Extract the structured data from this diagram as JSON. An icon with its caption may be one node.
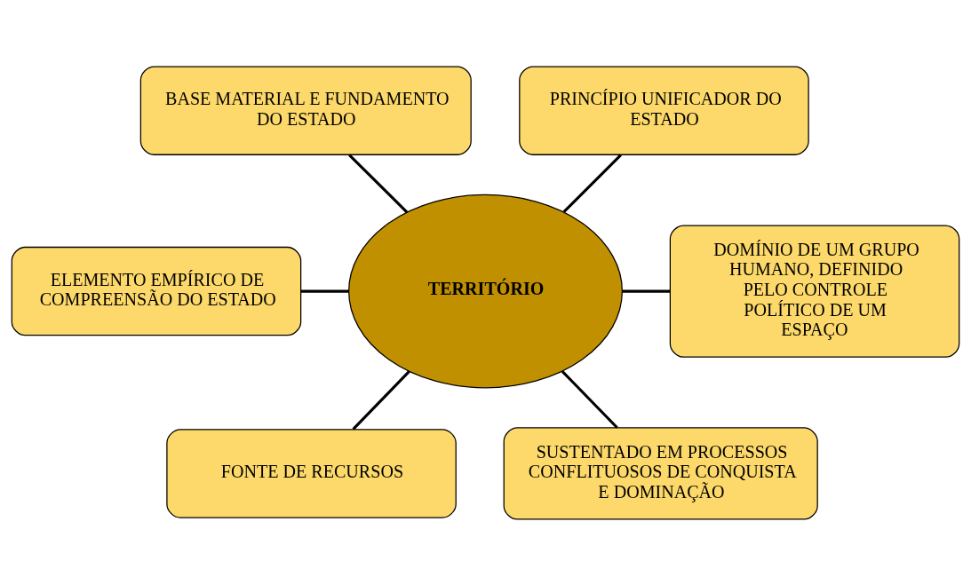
{
  "diagram": {
    "nodes": [
      {
        "text": [
          "BASE MATERIAL E FUNDAMENTO DO ESTADO"
        ]
      },
      {
        "text": [
          "PRINCÍPIO UNIFICADOR DO ESTADO"
        ]
      },
      {
        "text": [
          "TERRITÓRIO"
        ]
      },
      {
        "text": [
          "ELEMENTO EMPÍRICO DE COMPREENSÃO DO ESTADO"
        ]
      },
      {
        "text": [
          "DOMÍNIO DE UM GRUPO HUMANO, DEFINIDO PELO CONTROLE POLÍTICO DE UM ESPAÇO"
        ]
      },
      {
        "text": [
          "FONTE DE RECURSOS"
        ]
      },
      {
        "text": [
          "SUSTENTADO EM PROCESSOS CONFLITUOSOS DE CONQUISTA E DOMINAÇÃO"
        ]
      }
    ],
    "edges": [
      {
        "from": 0,
        "to": 2,
        "arrow": "none"
      },
      {
        "from": 1,
        "to": 2,
        "arrow": "none"
      },
      {
        "from": 3,
        "to": 2,
        "arrow": "none"
      },
      {
        "from": 2,
        "to": 4,
        "arrow": "none"
      },
      {
        "from": 2,
        "to": 5,
        "arrow": "none"
      },
      {
        "from": 2,
        "to": 6,
        "arrow": "none"
      }
    ]
  }
}
